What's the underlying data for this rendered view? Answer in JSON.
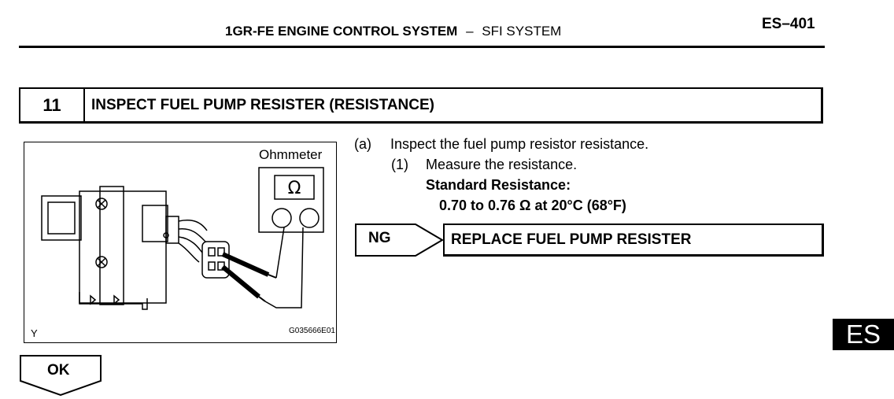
{
  "header": {
    "system_bold": "1GR-FE ENGINE CONTROL SYSTEM",
    "separator": "–",
    "subsystem": "SFI SYSTEM",
    "page_number": "ES–401"
  },
  "step": {
    "number": "11",
    "title": "INSPECT FUEL PUMP RESISTER (RESISTANCE)"
  },
  "figure": {
    "meter_label": "Ohmmeter",
    "meter_symbol": "Ω",
    "corner_label": "Y",
    "figure_code": "G035666E01"
  },
  "instructions": {
    "a_marker": "(a)",
    "a_text": "Inspect the fuel pump resistor resistance.",
    "one_marker": "(1)",
    "one_text": "Measure the resistance.",
    "standard_label": "Standard Resistance:",
    "standard_value": "0.70 to 0.76 Ω at 20°C (68°F)"
  },
  "ng": {
    "label": "NG",
    "action": "REPLACE FUEL PUMP RESISTER"
  },
  "ok": {
    "label": "OK"
  },
  "section_tab": {
    "label": "ES"
  }
}
